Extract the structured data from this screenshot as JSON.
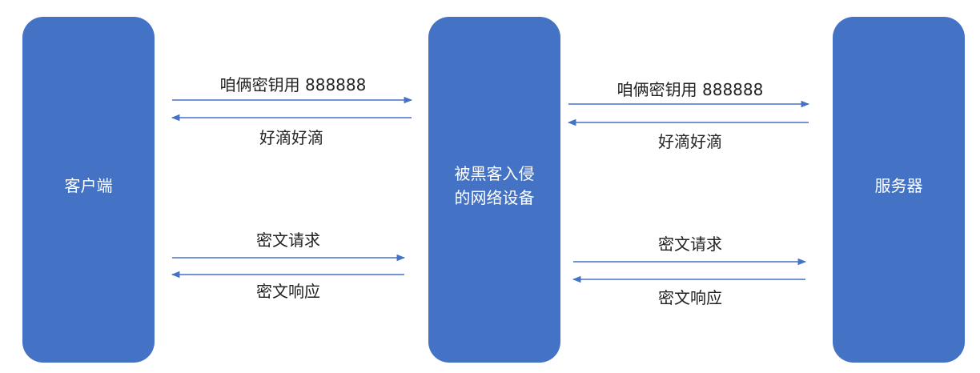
{
  "nodes": {
    "client": "客户端",
    "middle": "被黑客入侵\n的网络设备",
    "server": "服务器"
  },
  "edges": {
    "left_key_request": "咱俩密钥用 888888",
    "left_key_response": "好滴好滴",
    "left_cipher_request": "密文请求",
    "left_cipher_response": "密文响应",
    "right_key_request": "咱俩密钥用 888888",
    "right_key_response": "好滴好滴",
    "right_cipher_request": "密文请求",
    "right_cipher_response": "密文响应"
  },
  "colors": {
    "node_fill": "#4472c4",
    "arrow": "#4472c4"
  }
}
